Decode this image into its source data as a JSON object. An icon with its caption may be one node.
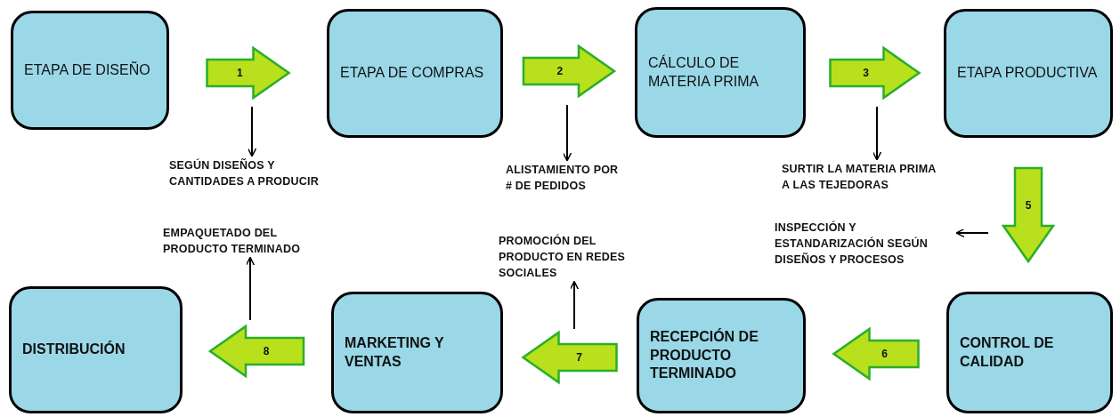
{
  "diagram": {
    "nodes": [
      {
        "text": [
          "ETAPA DE DISEÑO"
        ]
      },
      {
        "text": [
          "ETAPA DE COMPRAS"
        ]
      },
      {
        "text": [
          "CÁLCULO DE MATERIA PRIMA"
        ]
      },
      {
        "text": [
          "ETAPA PRODUCTIVA"
        ]
      },
      {
        "text": [
          "CONTROL DE CALIDAD"
        ]
      },
      {
        "text": [
          "RECEPCIÓN DE PRODUCTO TERMINADO"
        ]
      },
      {
        "text": [
          "MARKETING Y VENTAS"
        ]
      },
      {
        "text": [
          "DISTRIBUCIÓN"
        ]
      },
      {
        "text": [
          "SEGÚN DISEÑOS Y CANTIDADES A PRODUCIR"
        ]
      },
      {
        "text": [
          "ALISTAMIENTO POR # DE PEDIDOS"
        ]
      },
      {
        "text": [
          "SURTIR LA MATERIA PRIMA A LAS TEJEDORAS"
        ]
      },
      {
        "text": [
          "INSPECCIÓN Y ESTANDARIZACIÓN SEGÚN DISEÑOS Y PROCESOS"
        ]
      },
      {
        "text": [
          "PROMOCIÓN DEL PRODUCTO EN REDES SOCIALES"
        ]
      },
      {
        "text": [
          "EMPAQUETADO DEL PRODUCTO TERMINADO"
        ]
      }
    ],
    "edges": [
      {
        "from": 0,
        "to": 1,
        "arrow": "to",
        "label": "1",
        "style": "thick",
        "color": "#b8e01c"
      },
      {
        "from": 1,
        "to": 2,
        "arrow": "to",
        "label": "2",
        "style": "thick",
        "color": "#b8e01c"
      },
      {
        "from": 2,
        "to": 3,
        "arrow": "to",
        "label": "3",
        "style": "thick",
        "color": "#b8e01c"
      },
      {
        "from": 3,
        "to": 4,
        "arrow": "to",
        "label": "5",
        "style": "thick",
        "color": "#b8e01c"
      },
      {
        "from": 4,
        "to": 5,
        "arrow": "to",
        "label": "6",
        "style": "thick",
        "color": "#b8e01c"
      },
      {
        "from": 5,
        "to": 6,
        "arrow": "to",
        "label": "7",
        "style": "thick",
        "color": "#b8e01c"
      },
      {
        "from": 6,
        "to": 7,
        "arrow": "to",
        "label": "8",
        "style": "thick",
        "color": "#b8e01c"
      },
      {
        "from": null,
        "to": 8,
        "arrow": "to"
      },
      {
        "from": null,
        "to": 9,
        "arrow": "to"
      },
      {
        "from": null,
        "to": 10,
        "arrow": "to"
      },
      {
        "from": null,
        "to": 11,
        "arrow": "to"
      },
      {
        "from": null,
        "to": 12,
        "arrow": "to"
      },
      {
        "from": null,
        "to": 13,
        "arrow": "to"
      }
    ]
  }
}
